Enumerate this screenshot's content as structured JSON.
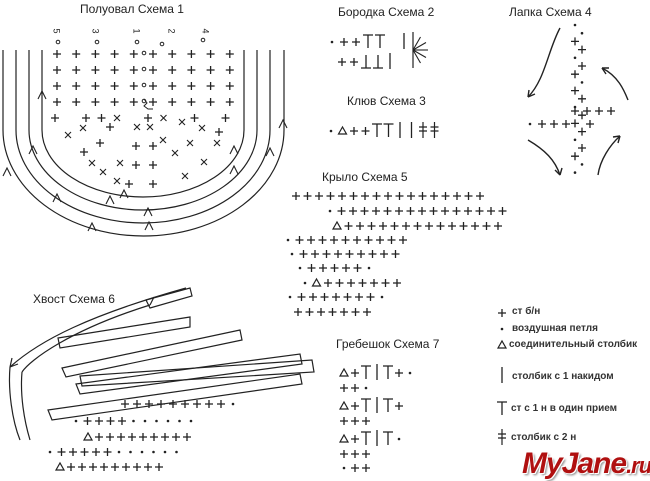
{
  "schemes": {
    "s1": "Полуовал Схема 1",
    "s2": "Бородка Схема 2",
    "s3": "Клюв Схема 3",
    "s4": "Лапка Схема 4",
    "s5": "Крыло Схема 5",
    "s6": "Хвост Схема 6",
    "s7": "Гребешок Схема 7"
  },
  "s1_row_numbers": [
    "5",
    "3",
    "1",
    "2",
    "4"
  ],
  "legend": [
    {
      "icon": "plus",
      "label": "ст б/н"
    },
    {
      "icon": "dot",
      "label": "воздушная петля"
    },
    {
      "icon": "triangle",
      "label": "соединительный столбик"
    },
    {
      "icon": "bar",
      "label": "столбик с 1 накидом"
    },
    {
      "icon": "T",
      "label": "ст с 1 н в один прием"
    },
    {
      "icon": "double-cross-bar",
      "label": "столбик с 2 н"
    }
  ],
  "watermark": {
    "main": "MyJane",
    "suffix": ".ru"
  }
}
